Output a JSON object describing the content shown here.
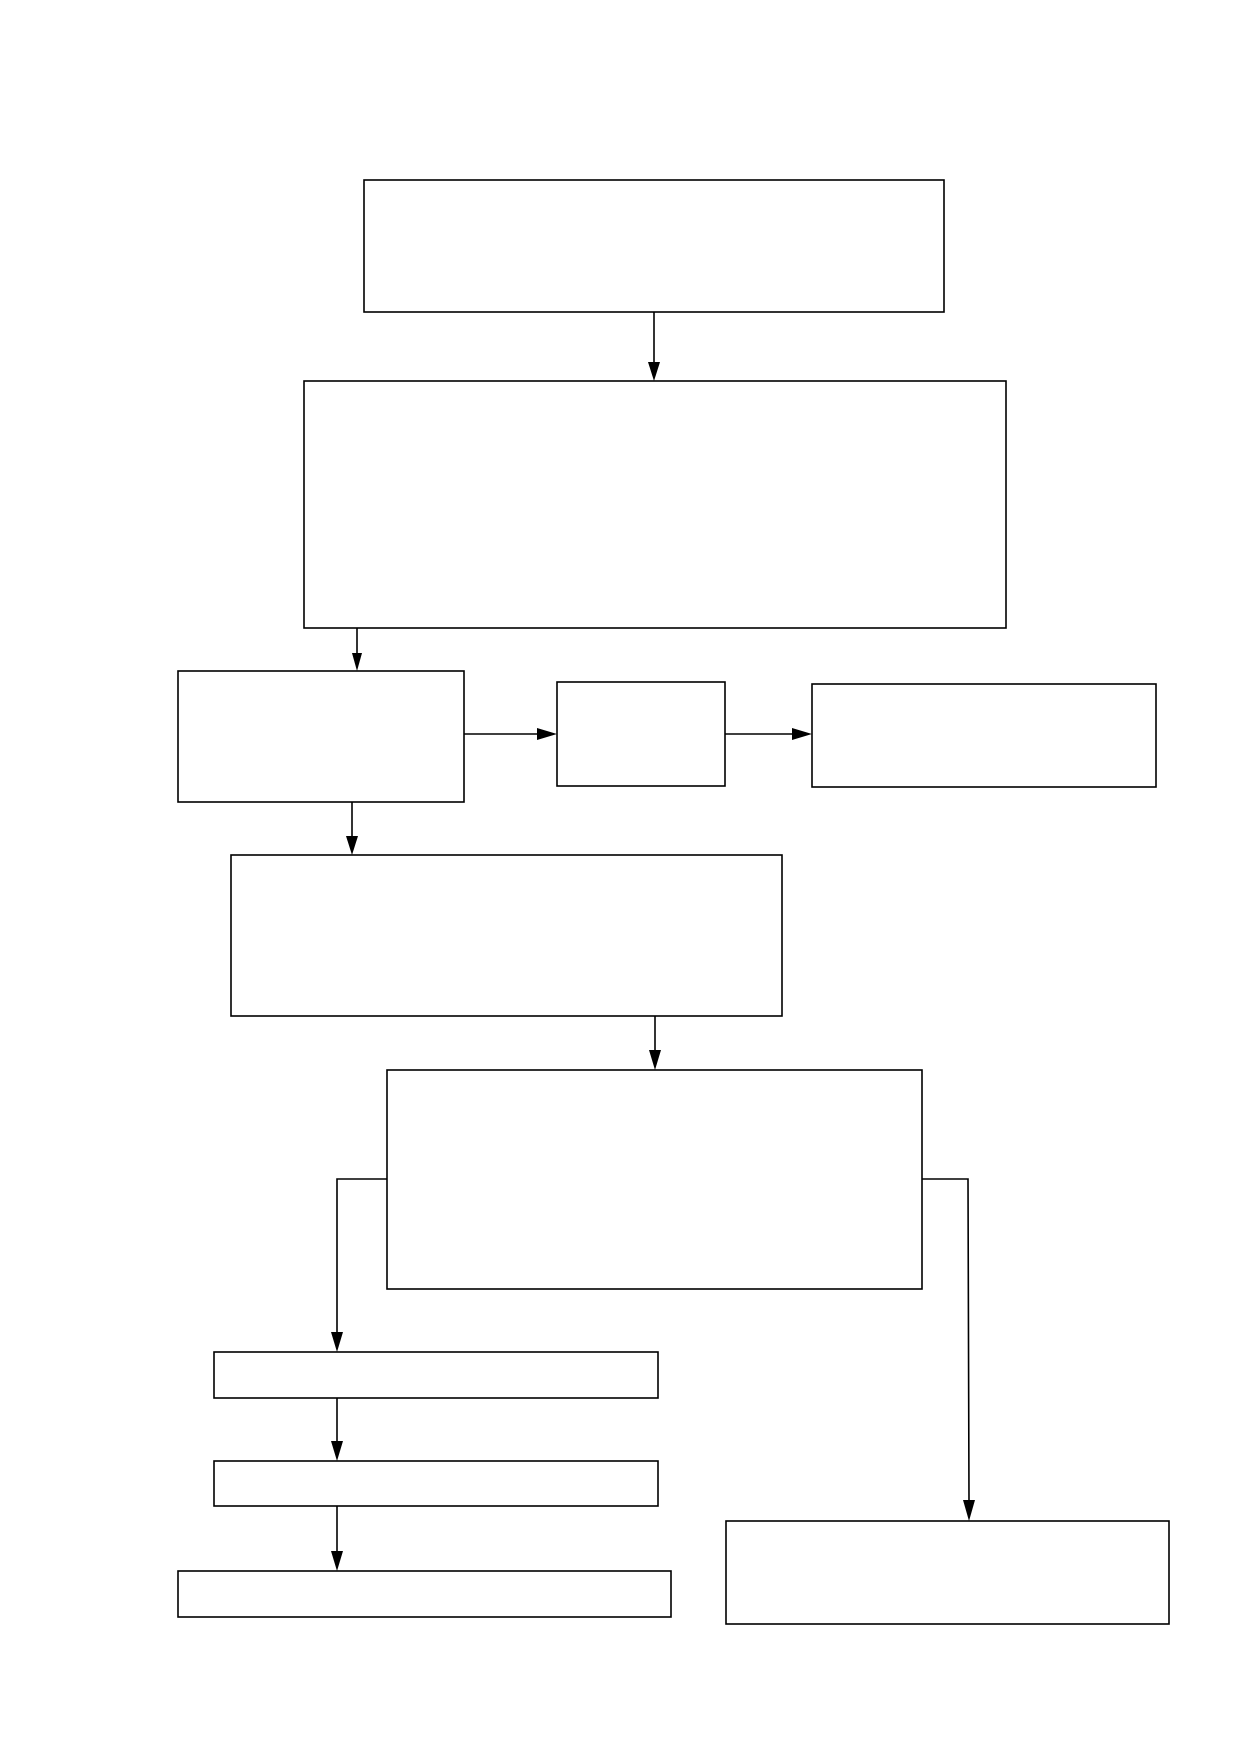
{
  "diagram": {
    "type": "flowchart",
    "boxes": [
      {
        "id": "box-1",
        "text": ""
      },
      {
        "id": "box-2",
        "text": ""
      },
      {
        "id": "box-3",
        "text": ""
      },
      {
        "id": "box-4",
        "text": ""
      },
      {
        "id": "box-5",
        "text": ""
      },
      {
        "id": "box-6",
        "text": ""
      },
      {
        "id": "box-7",
        "text": ""
      },
      {
        "id": "box-8",
        "text": ""
      },
      {
        "id": "box-9",
        "text": ""
      },
      {
        "id": "box-10",
        "text": ""
      },
      {
        "id": "box-11",
        "text": ""
      }
    ],
    "edges": [
      {
        "from": "box-1",
        "to": "box-2"
      },
      {
        "from": "box-2",
        "to": "box-3"
      },
      {
        "from": "box-3",
        "to": "box-4"
      },
      {
        "from": "box-4",
        "to": "box-5"
      },
      {
        "from": "box-3",
        "to": "box-6"
      },
      {
        "from": "box-6",
        "to": "box-7"
      },
      {
        "from": "box-7",
        "to": "box-8"
      },
      {
        "from": "box-8",
        "to": "box-9"
      },
      {
        "from": "box-9",
        "to": "box-10"
      },
      {
        "from": "box-7",
        "to": "box-11"
      }
    ],
    "colors": {
      "line": "#000000",
      "fill": "#ffffff",
      "background": "#ffffff"
    }
  }
}
